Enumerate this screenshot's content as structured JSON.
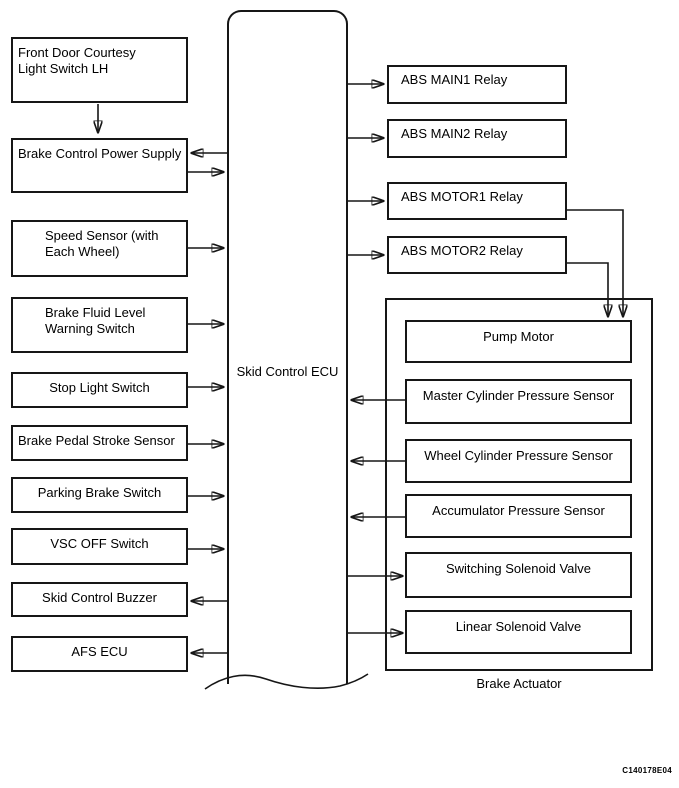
{
  "diagram": {
    "ecu": {
      "label": "Skid Control ECU"
    },
    "left_column": [
      {
        "label": "Front Door Courtesy\nLight Switch LH"
      },
      {
        "label": "Brake Control Power Supply"
      },
      {
        "label": "Speed Sensor (with\nEach Wheel)"
      },
      {
        "label": "Brake Fluid Level\nWarning Switch"
      },
      {
        "label": "Stop Light Switch"
      },
      {
        "label": "Brake Pedal Stroke Sensor"
      },
      {
        "label": "Parking Brake Switch"
      },
      {
        "label": "VSC OFF Switch"
      },
      {
        "label": "Skid Control Buzzer"
      },
      {
        "label": "AFS ECU"
      }
    ],
    "relays": [
      {
        "label": "ABS MAIN1 Relay"
      },
      {
        "label": "ABS MAIN2 Relay"
      },
      {
        "label": "ABS MOTOR1 Relay"
      },
      {
        "label": "ABS MOTOR2 Relay"
      }
    ],
    "brake_actuator": {
      "caption": "Brake Actuator",
      "components": [
        {
          "label": "Pump Motor"
        },
        {
          "label": "Master Cylinder Pressure Sensor"
        },
        {
          "label": "Wheel Cylinder Pressure Sensor"
        },
        {
          "label": "Accumulator Pressure Sensor"
        },
        {
          "label": "Switching Solenoid Valve"
        },
        {
          "label": "Linear Solenoid Valve"
        }
      ]
    },
    "figure_code": "C140178E04",
    "colors": {
      "line": "#161616",
      "background": "#ffffff"
    }
  }
}
